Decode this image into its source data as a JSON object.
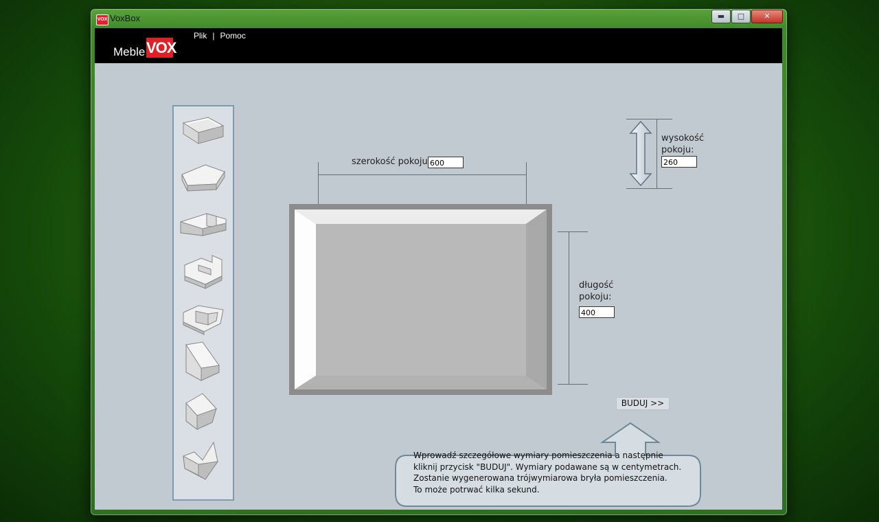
{
  "window": {
    "title": "VoxBox",
    "icon_text": "VOX"
  },
  "logo": {
    "word": "Meble",
    "brand": "VOX"
  },
  "menu": {
    "items": [
      "Plik",
      "Pomoc"
    ],
    "separator": "|"
  },
  "palette": {
    "shapes": [
      "room-rectangle",
      "room-trapezoid",
      "room-l-shape",
      "room-t-shape",
      "room-u-shape",
      "room-angled-corner",
      "room-pentagon",
      "room-irregular"
    ]
  },
  "dimensions": {
    "width_label": "szerokość pokoju:",
    "width_value": "600",
    "height_label_line1": "wysokość",
    "height_label_line2": "pokoju:",
    "height_value": "260",
    "length_label_line1": "długość",
    "length_label_line2": "pokoju:",
    "length_value": "400"
  },
  "build_button": "BUDUJ >>",
  "info": {
    "line1": "Wprowadź szczegółowe wymiary pomieszczenia a następnie",
    "line2": "kliknij przycisk \"BUDUJ\". Wymiary podawane są w centymetrach.",
    "line3": "Zostanie wygenerowana trójwymiarowa bryła pomieszczenia.",
    "line4": "To może potrwać kilka sekund."
  }
}
